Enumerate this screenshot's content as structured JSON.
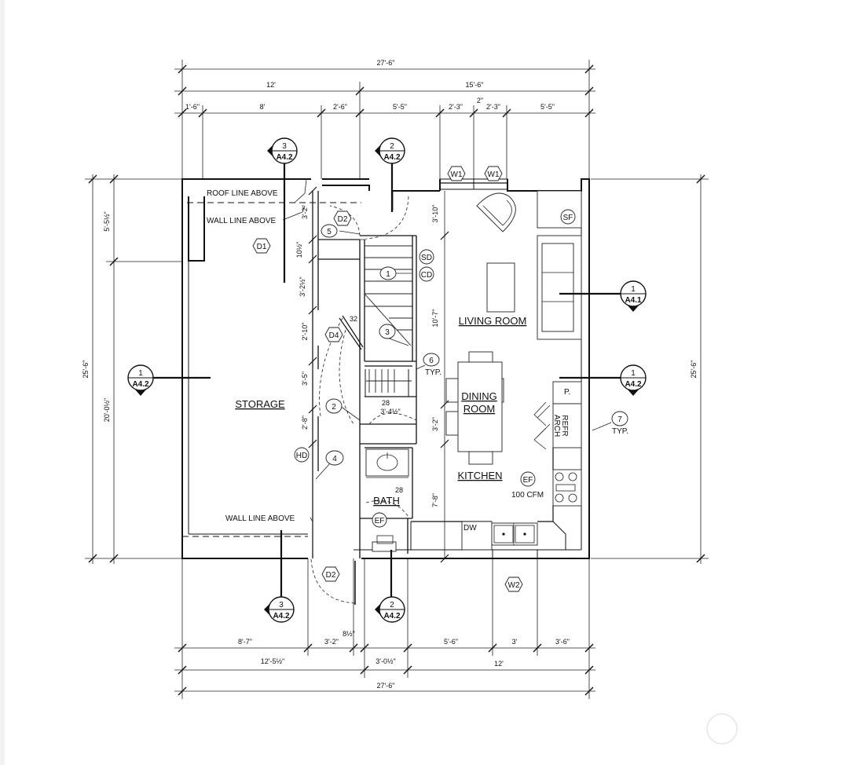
{
  "drawing": {
    "rooms": {
      "storage": "STORAGE",
      "living": "LIVING ROOM",
      "dining_line1": "DINING",
      "dining_line2": "ROOM",
      "kitchen": "KITCHEN",
      "bath": "BATH"
    },
    "notes": {
      "roof_line": "ROOF LINE ABOVE",
      "wall_line_top": "WALL LINE ABOVE",
      "wall_line_bottom": "WALL LINE ABOVE",
      "ef_cfm": "100 CFM",
      "dw": "DW",
      "refr_line1": "REFR",
      "refr_line2": "ARCH",
      "pantry": "P.",
      "typ_6": "TYP.",
      "typ_7": "TYP."
    },
    "dimensions": {
      "top_total": "27'-6\"",
      "top_left": "12'",
      "top_right": "15'-6\"",
      "top_seg1": "1'-6\"",
      "top_seg2": "8'",
      "top_seg3": "2'-6\"",
      "top_seg4": "5'-5\"",
      "top_seg5": "2'-3\"",
      "top_seg6": "2\"",
      "top_seg7": "2'-3\"",
      "top_seg8": "5'-5\"",
      "left_total": "25'-6\"",
      "left_upper": "5'-5½\"",
      "left_lower": "20'-0½\"",
      "right_total": "25'-6\"",
      "bot_seg1": "8'-7\"",
      "bot_seg2": "3'-2\"",
      "bot_seg3": "8½\"",
      "bot_seg4": "5'-6\"",
      "bot_seg5": "3'",
      "bot_seg6": "3'-6\"",
      "bot_mid_left": "12'-5½\"",
      "bot_mid_center": "3'-0½\"",
      "bot_mid_right": "12'",
      "bot_total": "27'-6\"",
      "int_3_2": "3'-2\"",
      "int_10_5": "10½\"",
      "int_3_2_5": "3'-2½\"",
      "int_2_10": "2'-10\"",
      "int_3_5": "3'-5\"",
      "int_2_8": "2'-8\"",
      "int_3_10": "3'-10\"",
      "int_10_7": "10'-7\"",
      "int_3_2b": "3'-2\"",
      "int_7_8": "7'-8\"",
      "int_3_4_5": "3'-4½\"",
      "int_28a": "28",
      "int_28b": "28",
      "int_32": "32"
    },
    "tags": {
      "d1": "D1",
      "d2_top": "D2",
      "d2_bot": "D2",
      "d4": "D4",
      "w1_a": "W1",
      "w1_b": "W1",
      "w2": "W2"
    },
    "symbols": {
      "sd": "SD",
      "cd": "CD",
      "hd": "HD",
      "ef_kitchen": "EF",
      "ef_bath": "EF",
      "sf": "SF"
    },
    "keynotes": {
      "k1": "1",
      "k2": "2",
      "k3": "3",
      "k4": "4",
      "k5": "5",
      "k6": "6",
      "k7": "7"
    },
    "sections": {
      "top_left": {
        "num": "3",
        "ref": "A4.2"
      },
      "top_mid": {
        "num": "2",
        "ref": "A4.2"
      },
      "left": {
        "num": "1",
        "ref": "A4.2"
      },
      "right_upper": {
        "num": "1",
        "ref": "A4.1"
      },
      "right_lower": {
        "num": "1",
        "ref": "A4.2"
      },
      "bot_left": {
        "num": "3",
        "ref": "A4.2"
      },
      "bot_mid": {
        "num": "2",
        "ref": "A4.2"
      }
    }
  }
}
